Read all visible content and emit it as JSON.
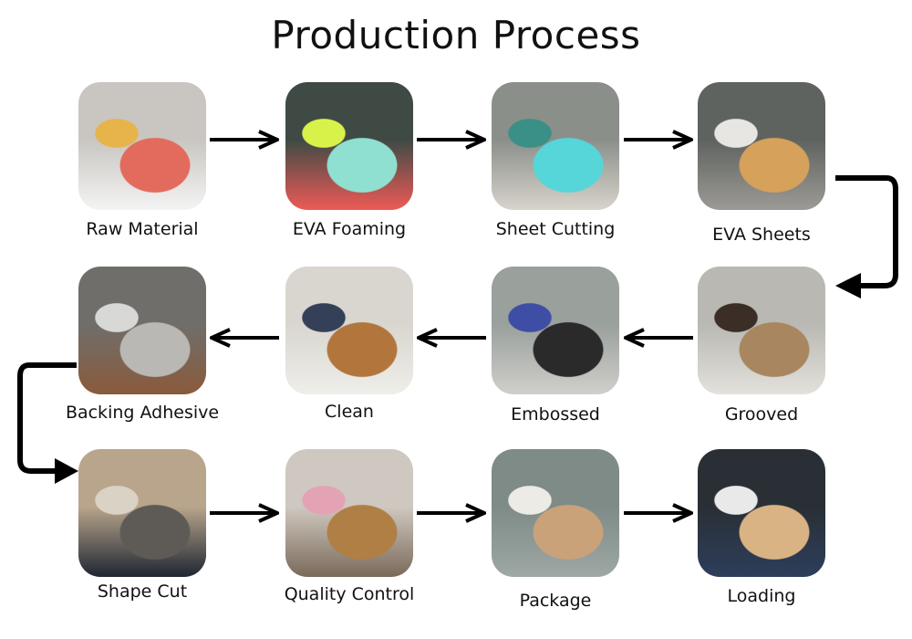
{
  "title": "Production Process",
  "steps": [
    {
      "label": "Raw Material",
      "icon": "raw-material-photo",
      "colors": [
        "#c9c6c1",
        "#e36b5e",
        "#e7b44b",
        "#f4f4f4"
      ]
    },
    {
      "label": "EVA Foaming",
      "icon": "eva-foaming-photo",
      "colors": [
        "#3f4a45",
        "#8fe0d0",
        "#d9f24a",
        "#ee5a56"
      ]
    },
    {
      "label": "Sheet Cutting",
      "icon": "sheet-cutting-photo",
      "colors": [
        "#8b8f8a",
        "#56d6d8",
        "#3a8f86",
        "#d7d4cc"
      ]
    },
    {
      "label": "EVA Sheets",
      "icon": "eva-sheets-photo",
      "colors": [
        "#5f6360",
        "#d6a15a",
        "#e7e6e2",
        "#9c9a95"
      ]
    },
    {
      "label": "Grooved",
      "icon": "grooved-photo",
      "colors": [
        "#b9b8b3",
        "#a8865f",
        "#3a2e26",
        "#e3e1dc"
      ]
    },
    {
      "label": "Embossed",
      "icon": "embossed-photo",
      "colors": [
        "#9aa09c",
        "#2a2a2a",
        "#3f4ea5",
        "#d0cfcb"
      ]
    },
    {
      "label": "Clean",
      "icon": "clean-photo",
      "colors": [
        "#d9d6cf",
        "#b2763d",
        "#344057",
        "#eeeeea"
      ]
    },
    {
      "label": "Backing Adhesive",
      "icon": "backing-adhesive-photo",
      "colors": [
        "#6f6e6a",
        "#b9b8b4",
        "#d8d8d6",
        "#8a5a3b"
      ]
    },
    {
      "label": "Shape Cut",
      "icon": "shape-cut-photo",
      "colors": [
        "#b8a58b",
        "#5e5a55",
        "#d9d2c5",
        "#1f2633"
      ]
    },
    {
      "label": "Quality Control",
      "icon": "quality-control-photo",
      "colors": [
        "#cfc8c0",
        "#b07f45",
        "#e4a3b4",
        "#7a6a5a"
      ]
    },
    {
      "label": "Package",
      "icon": "package-photo",
      "colors": [
        "#7e8b87",
        "#c9a27a",
        "#ecebe6",
        "#9ea8a4"
      ]
    },
    {
      "label": "Loading",
      "icon": "loading-photo",
      "colors": [
        "#2a2f35",
        "#d9b384",
        "#e9e9e9",
        "#2d3e5c"
      ]
    }
  ],
  "arrow_color": "#000000"
}
